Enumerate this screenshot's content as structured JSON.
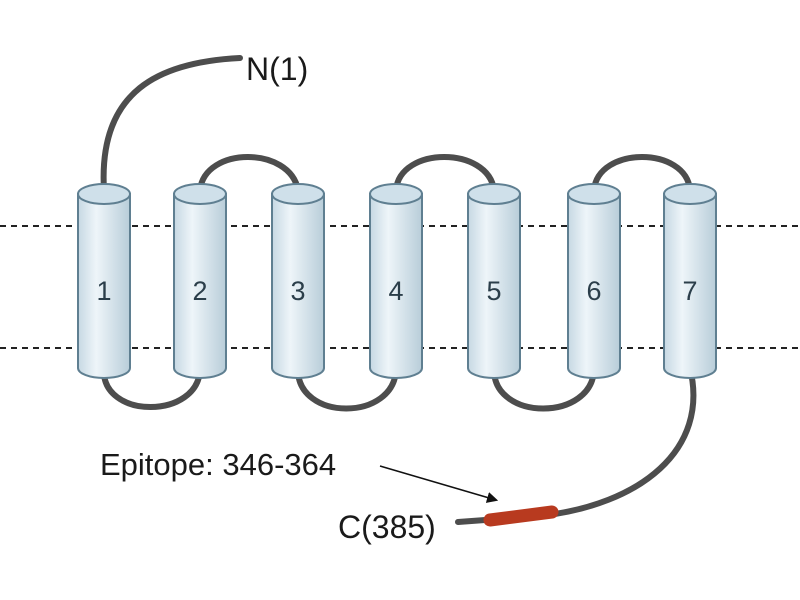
{
  "labels": {
    "n_terminus": "N(1)",
    "c_terminus": "C(385)",
    "epitope": "Epitope: 346-364"
  },
  "helices": [
    "1",
    "2",
    "3",
    "4",
    "5",
    "6",
    "7"
  ],
  "colors": {
    "helix_fill": "#dde9f0",
    "helix_top": "#cfe0ea",
    "helix_stroke": "#5f7f91",
    "loop": "#4d4d4d",
    "epitope": "#b83a1f",
    "membrane_line": "#222222"
  }
}
